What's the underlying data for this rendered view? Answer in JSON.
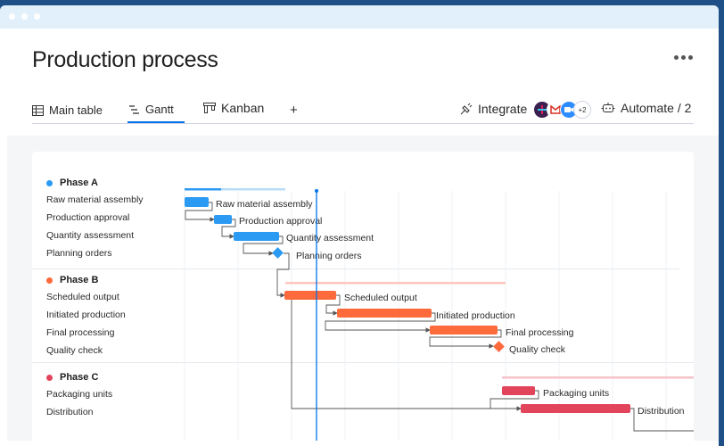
{
  "board": {
    "title": "Production process"
  },
  "tabs": [
    {
      "label": "Main table",
      "icon": "table-icon"
    },
    {
      "label": "Gantt",
      "icon": "gantt-icon",
      "active": true
    },
    {
      "label": "Kanban",
      "icon": "kanban-icon"
    },
    {
      "label": "+",
      "icon": "plus-icon"
    }
  ],
  "toolbar": {
    "integrate_label": "Integrate",
    "integrations_more": "+2",
    "automate_label": "Automate / 2"
  },
  "colors": {
    "phase_a": "#2b9af3",
    "phase_b": "#fd6a3c",
    "phase_c": "#e2445c",
    "today_line": "#0073ea"
  },
  "phases": [
    {
      "name": "Phase A",
      "color": "#2b9af3",
      "tasks": [
        "Raw material assembly",
        "Production approval",
        "Quantity assessment",
        "Planning orders"
      ]
    },
    {
      "name": "Phase B",
      "color": "#fd6a3c",
      "tasks": [
        "Scheduled output",
        "Initiated production",
        "Final processing",
        "Quality check"
      ]
    },
    {
      "name": "Phase C",
      "color": "#e2445c",
      "tasks": [
        "Packaging units",
        "Distribution"
      ]
    }
  ],
  "gantt_labels": {
    "a": [
      "Raw material assembly",
      "Production approval",
      "Quantity assessment",
      "Planning orders"
    ],
    "b": [
      "Scheduled output",
      "Initiated production",
      "Final processing",
      "Quality check"
    ],
    "c": [
      "Packaging units",
      "Distribution"
    ]
  }
}
